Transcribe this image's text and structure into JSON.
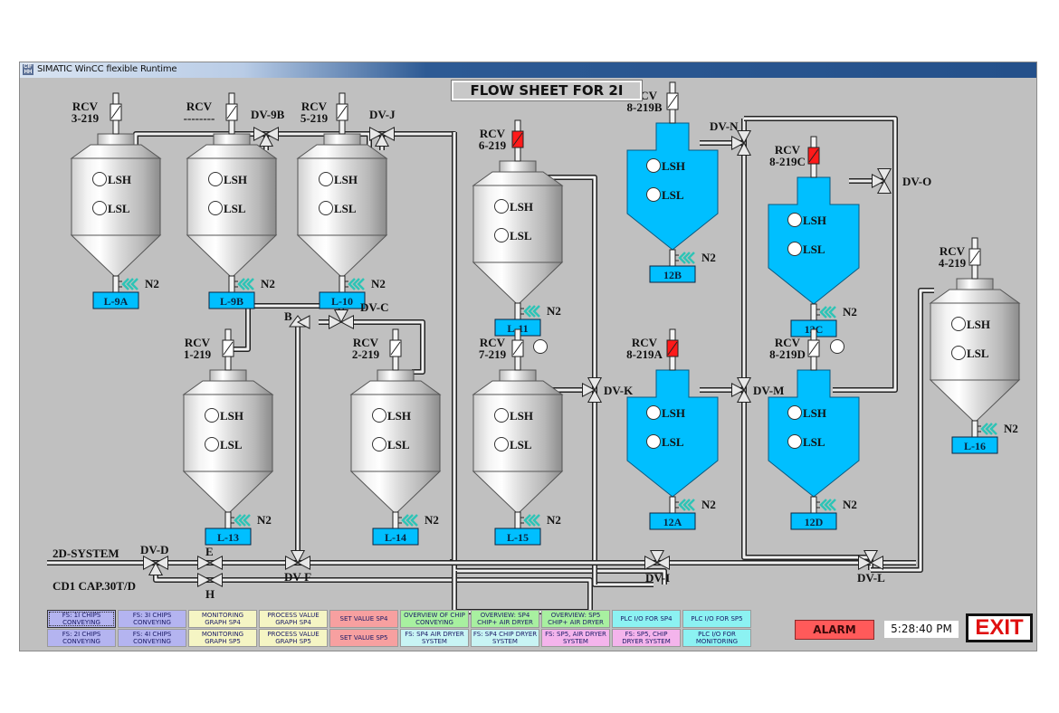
{
  "window": {
    "title": "SIMATIC WinCC flexible Runtime",
    "icon": "wincc-app-icon"
  },
  "screen_title": "FLOW SHEET FOR 2I",
  "colors": {
    "background": "#c0c0c0",
    "silo_fill": "#e6e6e6",
    "bin_fill": "#00bfff",
    "tag_fill": "#00bfff",
    "valve_open": "#ffffff",
    "valve_active": "#ff1a1a",
    "n2_arrow": "#2ec4b6",
    "alarm": "#ff5a5a",
    "exit_text": "#e01010"
  },
  "silos": [
    {
      "id": "L-9A",
      "rcv": [
        "RCV",
        "3-219"
      ],
      "rcv_state": "closed",
      "lsh": "LSH",
      "lsl": "LSL",
      "n2": "N2",
      "type": "silo"
    },
    {
      "id": "L-9B",
      "rcv": [
        "RCV",
        "--------"
      ],
      "rcv_state": "closed",
      "lsh": "LSH",
      "lsl": "LSL",
      "n2": "N2",
      "type": "silo"
    },
    {
      "id": "L-10",
      "rcv": [
        "RCV",
        "5-219"
      ],
      "rcv_state": "closed",
      "lsh": "LSH",
      "lsl": "LSL",
      "n2": "N2",
      "type": "silo"
    },
    {
      "id": "L-11",
      "rcv": [
        "RCV",
        "6-219"
      ],
      "rcv_state": "active",
      "lsh": "LSH",
      "lsl": "LSL",
      "n2": "N2",
      "type": "silo"
    },
    {
      "id": "12B",
      "rcv": [
        "RCV",
        "8-219B"
      ],
      "rcv_state": "closed",
      "lsh": "LSH",
      "lsl": "LSL",
      "n2": "N2",
      "type": "bin"
    },
    {
      "id": "12C",
      "rcv": [
        "RCV",
        "8-219C"
      ],
      "rcv_state": "active",
      "lsh": "LSH",
      "lsl": "LSL",
      "n2": "N2",
      "type": "bin"
    },
    {
      "id": "L-16",
      "rcv": [
        "RCV",
        "4-219"
      ],
      "rcv_state": "closed",
      "lsh": "LSH",
      "lsl": "LSL",
      "n2": "N2",
      "type": "silo"
    },
    {
      "id": "L-13",
      "rcv": [
        "RCV",
        "1-219"
      ],
      "rcv_state": "closed",
      "lsh": "LSH",
      "lsl": "LSL",
      "n2": "N2",
      "type": "silo"
    },
    {
      "id": "L-14",
      "rcv": [
        "RCV",
        "2-219"
      ],
      "rcv_state": "closed",
      "lsh": "LSH",
      "lsl": "LSL",
      "n2": "N2",
      "type": "silo"
    },
    {
      "id": "L-15",
      "rcv": [
        "RCV",
        "7-219"
      ],
      "rcv_state": "closed",
      "lsh": "LSH",
      "lsl": "LSL",
      "n2": "N2",
      "type": "silo"
    },
    {
      "id": "12A",
      "rcv": [
        "RCV",
        "8-219A"
      ],
      "rcv_state": "active",
      "lsh": "LSH",
      "lsl": "LSL",
      "n2": "N2",
      "type": "bin"
    },
    {
      "id": "12D",
      "rcv": [
        "RCV",
        "8-219D"
      ],
      "rcv_state": "closed",
      "lsh": "LSH",
      "lsl": "LSL",
      "n2": "N2",
      "type": "bin"
    }
  ],
  "valves": {
    "dv_9b": "DV-9B",
    "dv_j": "DV-J",
    "dv_n": "DV-N",
    "dv_o": "DV-O",
    "dv_c": "DV-C",
    "b": "B",
    "dv_k": "DV-K",
    "dv_m": "DV-M",
    "dv_d": "DV-D",
    "e": "E",
    "h": "H",
    "dv_f": "DV-F",
    "dv_i": "DV-I",
    "dv_l": "DV-L"
  },
  "line_labels": {
    "system": "2D-SYSTEM",
    "capacity": "CD1 CAP.30T/D"
  },
  "nav_buttons": [
    {
      "label": "FS: 1I CHIPS CONVEYING",
      "color": "#b4b4f0",
      "selected": true
    },
    {
      "label": "FS: 3I CHIPS CONVEYING",
      "color": "#b4b4f0",
      "selected": false
    },
    {
      "label": "MONITORING GRAPH SP4",
      "color": "#f5f5c4",
      "selected": false
    },
    {
      "label": "PROCESS VALUE GRAPH SP4",
      "color": "#f5f5c4",
      "selected": false
    },
    {
      "label": "SET VALUE SP4",
      "color": "#f7a0a0",
      "selected": false
    },
    {
      "label": "OVERVIEW OF CHIP CONVEYING",
      "color": "#a8f0a0",
      "selected": false
    },
    {
      "label": "OVERVIEW: SP4 CHIP+ AIR DRYER",
      "color": "#a8f0a0",
      "selected": false
    },
    {
      "label": "OVERVIEW: SP5 CHIP+ AIR DRYER",
      "color": "#a8f0a0",
      "selected": false
    },
    {
      "label": "PLC I/O FOR SP4",
      "color": "#8cf2f2",
      "selected": false
    },
    {
      "label": "PLC I/O FOR SP5",
      "color": "#8cf2f2",
      "selected": false
    },
    {
      "label": "FS: 2I CHIPS CONVEYING",
      "color": "#b4b4f0",
      "selected": false
    },
    {
      "label": "FS: 4I CHIPS CONVEYING",
      "color": "#b4b4f0",
      "selected": false
    },
    {
      "label": "MONITORING GRAPH SP5",
      "color": "#f5f5c4",
      "selected": false
    },
    {
      "label": "PROCESS VALUE GRAPH SP5",
      "color": "#f5f5c4",
      "selected": false
    },
    {
      "label": "SET VALUE SP5",
      "color": "#f7a0a0",
      "selected": false
    },
    {
      "label": "FS: SP4 AIR DRYER SYSTEM",
      "color": "#c8f4f4",
      "selected": false
    },
    {
      "label": "FS: SP4 CHIP DRYER SYSTEM",
      "color": "#c8f4f4",
      "selected": false
    },
    {
      "label": "FS: SP5, AIR DRYER SYSTEM",
      "color": "#f4b4ec",
      "selected": false
    },
    {
      "label": "FS: SP5, CHIP DRYER SYSTEM",
      "color": "#f4b4ec",
      "selected": false
    },
    {
      "label": "PLC I/O FOR MONITORING",
      "color": "#8cf2f2",
      "selected": false
    }
  ],
  "alarm_label": "ALARM",
  "clock": "5:28:40 PM",
  "exit_label": "EXIT"
}
